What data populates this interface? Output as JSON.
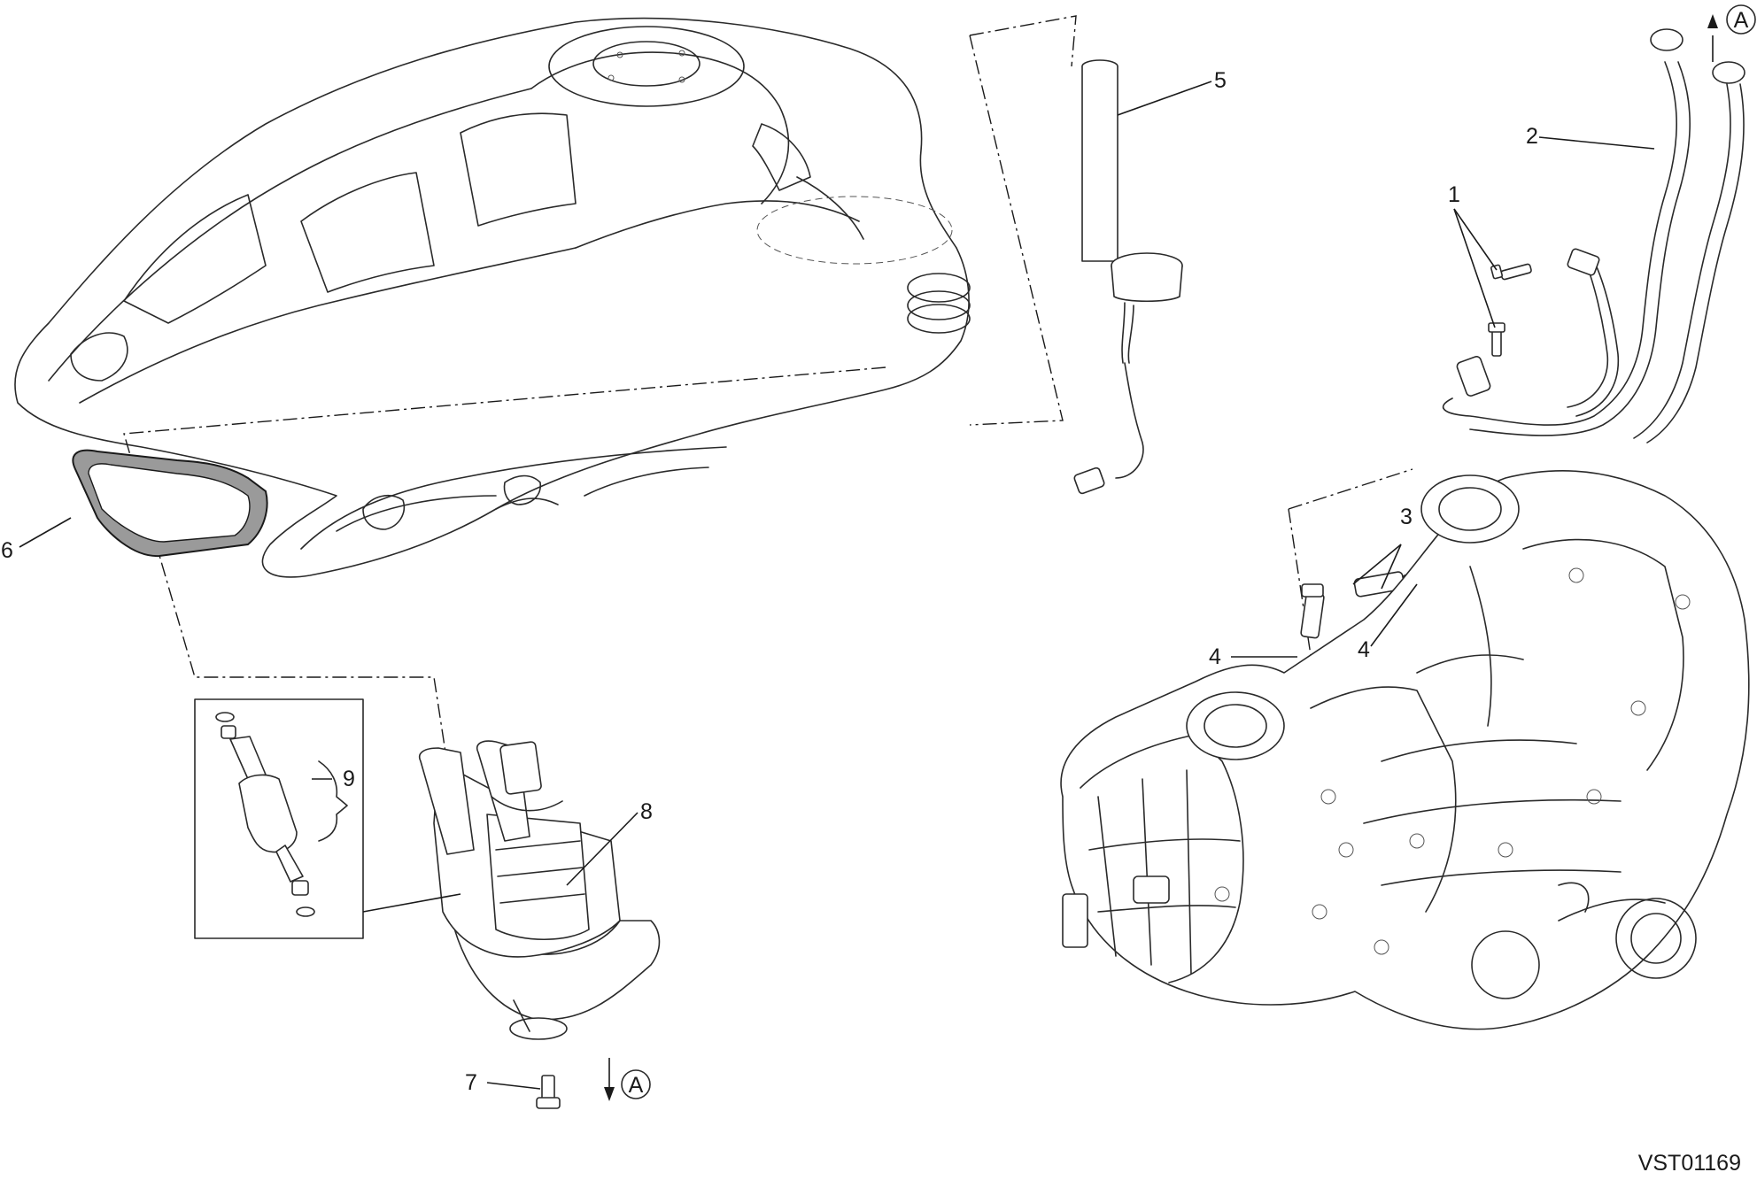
{
  "diagram": {
    "drawing_code": "VST01169",
    "reference_letter": "A",
    "callouts": [
      "1",
      "2",
      "3",
      "4",
      "4",
      "5",
      "6",
      "7",
      "8",
      "9"
    ]
  },
  "colors": {
    "line": "#2a2a2a",
    "background": "#ffffff",
    "gasket": "#9a9a9a"
  }
}
